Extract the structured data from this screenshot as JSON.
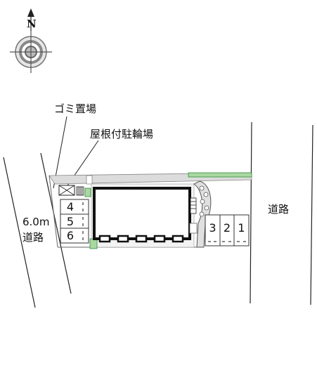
{
  "compass": {
    "north_label": "N"
  },
  "labels": {
    "garbage": "ゴミ置場",
    "bicycle": "屋根付駐輪場",
    "road_left_width": "6.0m",
    "road_left": "道路",
    "road_right": "道路"
  },
  "parking_left": [
    "4",
    "5",
    "6"
  ],
  "parking_right": [
    "3",
    "2",
    "1"
  ],
  "colors": {
    "ink": "#111111",
    "green": "#2e8b3a",
    "light_green": "#a9d9a0",
    "gray": "#dcdcdc"
  }
}
